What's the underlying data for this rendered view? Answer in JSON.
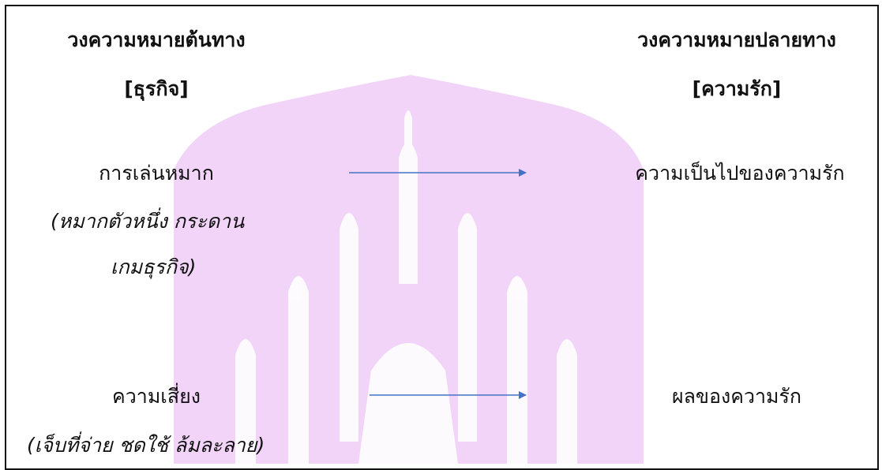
{
  "colors": {
    "watermark": "#f2d4f9",
    "arrow": "#4472c4",
    "border": "#111111"
  },
  "icons": {
    "watermark": "thai-temple-silhouette-icon",
    "arrow": "right-arrow-icon"
  },
  "source_domain": {
    "heading": "วงความหมายต้นทาง",
    "label": "[ธุรกิจ]",
    "items": [
      {
        "term": "การเล่นหมาก",
        "note_lines": [
          "(หมากตัวหนึ่ง กระดาน",
          "เกมธุรกิจ)"
        ]
      },
      {
        "term": "ความเสี่ยง",
        "note_lines": [
          "(เจ็บที่จ่าย ชดใช้ ล้มละลาย)"
        ]
      }
    ]
  },
  "target_domain": {
    "heading": "วงความหมายปลายทาง",
    "label": "[ความรัก]",
    "items": [
      {
        "term": "ความเป็นไปของความรัก"
      },
      {
        "term": "ผลของความรัก"
      }
    ]
  }
}
